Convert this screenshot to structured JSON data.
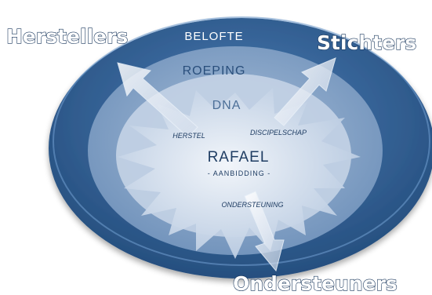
{
  "diagram": {
    "rings": {
      "outer_label": "BELOFTE",
      "middle_label": "ROEPING",
      "inner_label": "DNA"
    },
    "center": {
      "title": "RAFAEL",
      "subtitle": "- AANBIDDING -"
    },
    "callings": {
      "herstel": "HERSTEL",
      "discipelschap": "DISCIPELSCHAP",
      "ondersteuning": "ONDERSTEUNING"
    },
    "outcomes": {
      "herstellers": "Herstellers",
      "stichters": "Stichters",
      "ondersteuners": "Ondersteuners"
    },
    "colors": {
      "outer_ring": "#2f5f94",
      "outer_ring_light": "#4a7db5",
      "middle_ring": "#7f9fc4",
      "inner_disc": "#c4d3e6",
      "core": "#e8eef6",
      "dark_text": "#1f3d63",
      "word_fill": "#ffffff",
      "word_outline": "#16345a"
    }
  }
}
